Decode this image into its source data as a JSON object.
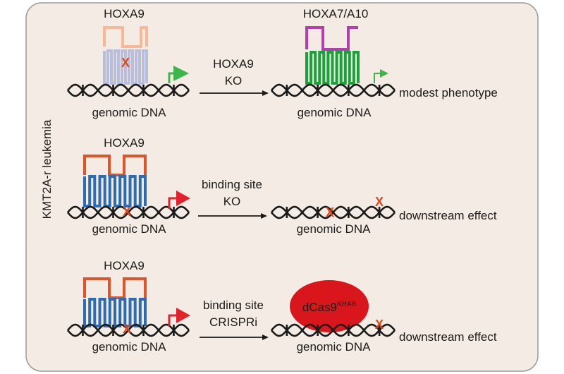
{
  "side_label": "KMT2A-r leukemia",
  "colors": {
    "background": "#f4ece4",
    "border": "#9a9a9a",
    "hoxa9_light_top": "#f6b896",
    "hoxa9_light_bottom": "#b9bedc",
    "hoxa9_top": "#e0542a",
    "hoxa9_bottom": "#2b6cb3",
    "hoxa7_top": "#b33fae",
    "hoxa10_bottom": "#17a33a",
    "promoter_green": "#3cb54a",
    "promoter_red": "#e2222b",
    "x_mark": "#e04a1a",
    "dcas9": "#d9161c",
    "dna": "#1a1a1a"
  },
  "rows": [
    {
      "left_protein_label": "HOXA9",
      "left_dna_label": "genomic DNA",
      "arrow_label_line1": "HOXA9",
      "arrow_label_line2": "KO",
      "right_protein_label": "HOXA7/A10",
      "right_dna_label": "genomic DNA",
      "outcome": "modest phenotype",
      "x_mark": "X"
    },
    {
      "left_protein_label": "HOXA9",
      "left_dna_label": "genomic DNA",
      "arrow_label_line1": "binding site",
      "arrow_label_line2": "KO",
      "right_dna_label": "genomic DNA",
      "outcome": "downstream effect",
      "x_mark": "X"
    },
    {
      "left_protein_label": "HOXA9",
      "left_dna_label": "genomic DNA",
      "arrow_label_line1": "binding site",
      "arrow_label_line2": "CRISPRi",
      "right_dna_label": "genomic DNA",
      "outcome": "downstream effect",
      "x_mark": "X",
      "dcas9_label": "dCas9",
      "dcas9_superscript": "KRAB"
    }
  ]
}
